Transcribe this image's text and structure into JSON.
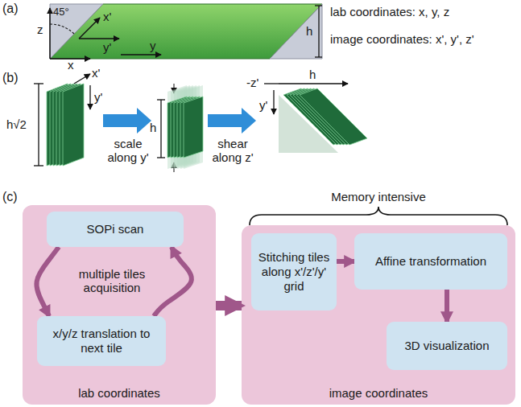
{
  "diagram": {
    "nodes": [
      {
        "text": [
          "lab coordinates"
        ]
      },
      {
        "text": [
          "SOPi scan"
        ],
        "in": 0
      },
      {
        "text": [
          "x/y/z translation to next tile"
        ],
        "in": 0
      },
      {
        "text": [
          "image coordinates"
        ]
      },
      {
        "text": [
          "Stitching tiles along x'/z'/y' grid"
        ],
        "in": 3
      },
      {
        "text": [
          "Affine transformation"
        ],
        "in": 3
      },
      {
        "text": [
          "3D visualization"
        ],
        "in": 3
      }
    ],
    "edges": [
      {
        "from": 1,
        "to": 2,
        "arrow": "to"
      },
      {
        "from": 2,
        "to": 1,
        "arrow": "to"
      },
      {
        "from": 0,
        "to": 3,
        "arrow": "to"
      },
      {
        "from": 4,
        "to": 5,
        "arrow": "to"
      },
      {
        "from": 5,
        "to": 6,
        "arrow": "to"
      }
    ],
    "labels": [
      "(a)",
      "45°",
      "z",
      "x'",
      "y'",
      "x",
      "y",
      "h",
      "lab coordinates: x, y, z",
      "image coordinates: x', y', z'",
      "(b)",
      "h√2",
      "x'",
      "y'",
      "scale along y'",
      "h",
      "shear along z'",
      "-z'",
      "y'",
      "h",
      "(c)",
      "Memory intensive",
      "multiple tiles acquisition"
    ]
  }
}
